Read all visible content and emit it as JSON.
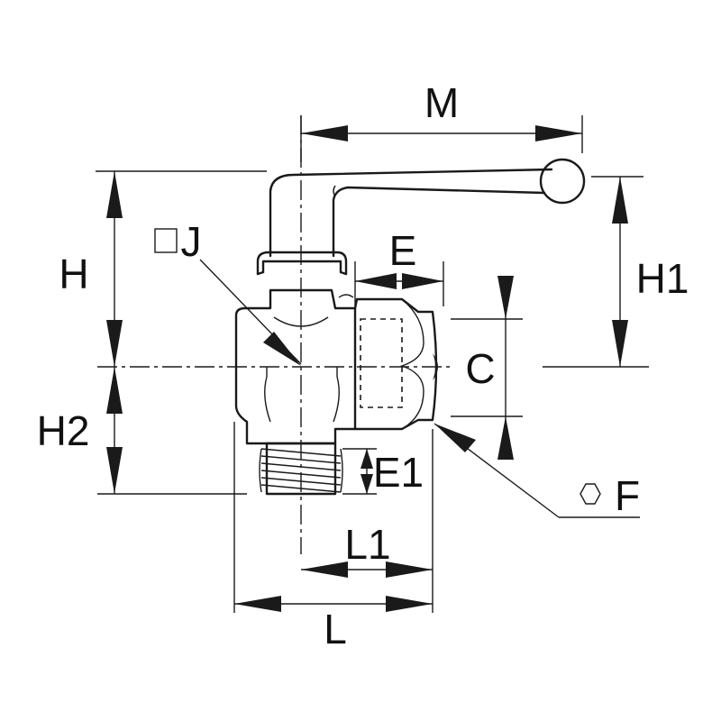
{
  "diagram": {
    "labels": {
      "M": "M",
      "H": "H",
      "H1": "H1",
      "H2": "H2",
      "J": "J",
      "E": "E",
      "C": "C",
      "E1": "E1",
      "F": "F",
      "L1": "L1",
      "L": "L"
    },
    "icons": {
      "J_symbol": "square-icon",
      "F_symbol": "hexagon-icon"
    },
    "colors": {
      "line": "#1a1a1a",
      "background": "#ffffff"
    }
  }
}
